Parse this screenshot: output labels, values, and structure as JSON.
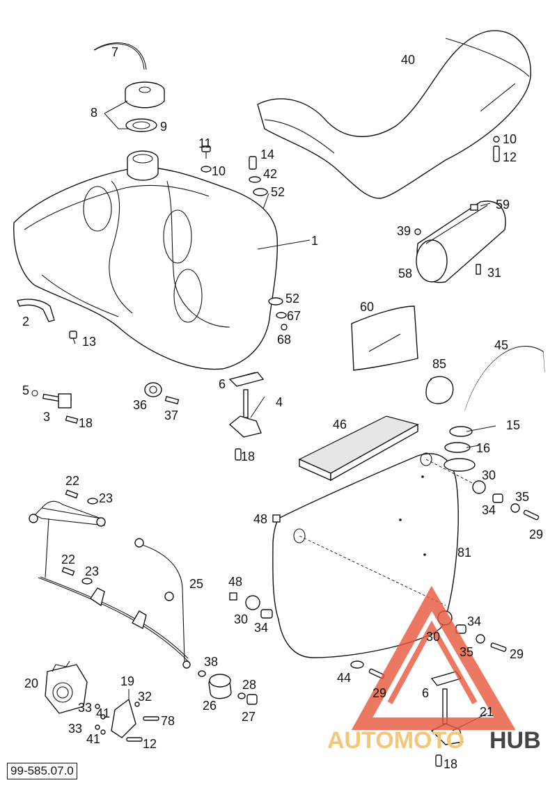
{
  "document": {
    "code": "99-585.07.0"
  },
  "watermark": {
    "part1": "AUTOMOTO",
    "part2": "HUB",
    "color_primary": "#e8573c",
    "color_text1": "#f2c77a",
    "color_text2": "#444444"
  },
  "callouts": [
    {
      "id": "c1",
      "text": "1"
    },
    {
      "id": "c2",
      "text": "2"
    },
    {
      "id": "c3",
      "text": "3"
    },
    {
      "id": "c4",
      "text": "4"
    },
    {
      "id": "c5",
      "text": "5"
    },
    {
      "id": "c6a",
      "text": "6"
    },
    {
      "id": "c7",
      "text": "7"
    },
    {
      "id": "c8",
      "text": "8"
    },
    {
      "id": "c9",
      "text": "9"
    },
    {
      "id": "c10a",
      "text": "10"
    },
    {
      "id": "c10b",
      "text": "10"
    },
    {
      "id": "c11",
      "text": "11"
    },
    {
      "id": "c12a",
      "text": "12"
    },
    {
      "id": "c12b",
      "text": "12"
    },
    {
      "id": "c13",
      "text": "13"
    },
    {
      "id": "c14",
      "text": "14"
    },
    {
      "id": "c15",
      "text": "15"
    },
    {
      "id": "c16",
      "text": "16"
    },
    {
      "id": "c18a",
      "text": "18"
    },
    {
      "id": "c18b",
      "text": "18"
    },
    {
      "id": "c18c",
      "text": "18"
    },
    {
      "id": "c19",
      "text": "19"
    },
    {
      "id": "c20",
      "text": "20"
    },
    {
      "id": "c21",
      "text": "21"
    },
    {
      "id": "c22a",
      "text": "22"
    },
    {
      "id": "c22b",
      "text": "22"
    },
    {
      "id": "c23a",
      "text": "23"
    },
    {
      "id": "c23b",
      "text": "23"
    },
    {
      "id": "c25",
      "text": "25"
    },
    {
      "id": "c26",
      "text": "26"
    },
    {
      "id": "c27",
      "text": "27"
    },
    {
      "id": "c28",
      "text": "28"
    },
    {
      "id": "c29a",
      "text": "29"
    },
    {
      "id": "c29b",
      "text": "29"
    },
    {
      "id": "c29c",
      "text": "29"
    },
    {
      "id": "c30a",
      "text": "30"
    },
    {
      "id": "c30b",
      "text": "30"
    },
    {
      "id": "c30c",
      "text": "30"
    },
    {
      "id": "c31",
      "text": "31"
    },
    {
      "id": "c32",
      "text": "32"
    },
    {
      "id": "c33a",
      "text": "33"
    },
    {
      "id": "c33b",
      "text": "33"
    },
    {
      "id": "c34a",
      "text": "34"
    },
    {
      "id": "c34b",
      "text": "34"
    },
    {
      "id": "c34c",
      "text": "34"
    },
    {
      "id": "c35a",
      "text": "35"
    },
    {
      "id": "c35b",
      "text": "35"
    },
    {
      "id": "c36",
      "text": "36"
    },
    {
      "id": "c37",
      "text": "37"
    },
    {
      "id": "c38",
      "text": "38"
    },
    {
      "id": "c39",
      "text": "39"
    },
    {
      "id": "c40",
      "text": "40"
    },
    {
      "id": "c41a",
      "text": "41"
    },
    {
      "id": "c41b",
      "text": "41"
    },
    {
      "id": "c42",
      "text": "42"
    },
    {
      "id": "c44",
      "text": "44"
    },
    {
      "id": "c45",
      "text": "45"
    },
    {
      "id": "c46",
      "text": "46"
    },
    {
      "id": "c48a",
      "text": "48"
    },
    {
      "id": "c48b",
      "text": "48"
    },
    {
      "id": "c52a",
      "text": "52"
    },
    {
      "id": "c52b",
      "text": "52"
    },
    {
      "id": "c58",
      "text": "58"
    },
    {
      "id": "c59",
      "text": "59"
    },
    {
      "id": "c60",
      "text": "60"
    },
    {
      "id": "c67",
      "text": "67"
    },
    {
      "id": "c68",
      "text": "68"
    },
    {
      "id": "c78",
      "text": "78"
    },
    {
      "id": "c81",
      "text": "81"
    },
    {
      "id": "c85",
      "text": "85"
    },
    {
      "id": "c6b",
      "text": "6"
    }
  ]
}
